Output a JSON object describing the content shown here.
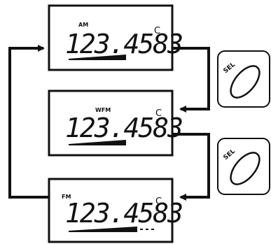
{
  "displays": [
    {
      "mode": "AM",
      "frequency": "123.4583",
      "indicator": "C"
    },
    {
      "mode": "WFM",
      "frequency": "123.4583",
      "indicator": "C"
    },
    {
      "mode": "FM",
      "frequency": "123.4583",
      "indicator": "C"
    }
  ],
  "buttons": [
    {
      "label": "SEL"
    },
    {
      "label": "SEL"
    }
  ],
  "colors": {
    "line": "#111111",
    "background": "#ffffff"
  }
}
